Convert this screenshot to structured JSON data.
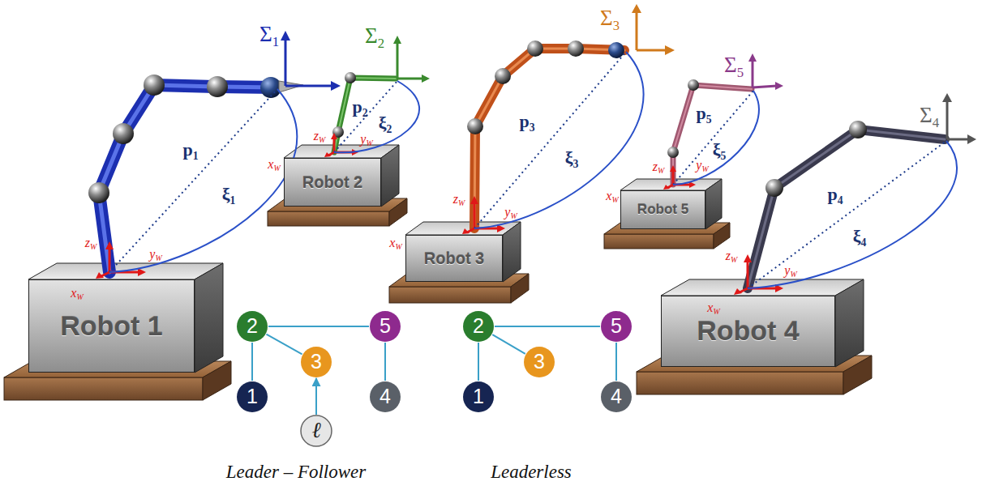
{
  "diagram": {
    "nodes": [
      {
        "text": [
          "Robot 1"
        ]
      },
      {
        "text": [
          "Robot 2"
        ]
      },
      {
        "text": [
          "Robot 3"
        ]
      },
      {
        "text": [
          "Robot 5"
        ]
      },
      {
        "text": [
          "Robot 4"
        ]
      },
      {
        "text": [
          "2"
        ]
      },
      {
        "text": [
          "3"
        ]
      },
      {
        "text": [
          "5"
        ]
      },
      {
        "text": [
          "1"
        ]
      },
      {
        "text": [
          "4"
        ]
      },
      {
        "text": [
          "ℓ"
        ]
      },
      {
        "text": [
          "2"
        ]
      },
      {
        "text": [
          "3"
        ]
      },
      {
        "text": [
          "5"
        ]
      },
      {
        "text": [
          "1"
        ]
      },
      {
        "text": [
          "4"
        ]
      }
    ],
    "edges": [
      {
        "from": 5,
        "to": 8,
        "arrow": "none"
      },
      {
        "from": 5,
        "to": 6,
        "arrow": "none"
      },
      {
        "from": 5,
        "to": 7,
        "arrow": "none"
      },
      {
        "from": 7,
        "to": 9,
        "arrow": "none"
      },
      {
        "from": 10,
        "to": 6,
        "arrow": "to"
      },
      {
        "from": 11,
        "to": 14,
        "arrow": "none"
      },
      {
        "from": 11,
        "to": 12,
        "arrow": "none"
      },
      {
        "from": 11,
        "to": 13,
        "arrow": "none"
      },
      {
        "from": 13,
        "to": 15,
        "arrow": "none"
      }
    ],
    "labels": [
      "Σ1",
      "p1",
      "ξ1",
      "zW",
      "xW",
      "yW",
      "Σ2",
      "p2",
      "ξ2",
      "zW",
      "xW",
      "yW",
      "Σ3",
      "p3",
      "ξ3",
      "zW",
      "xW",
      "yW",
      "Σ5",
      "p5",
      "ξ5",
      "zW",
      "xW",
      "yW",
      "Σ4",
      "p4",
      "ξ4",
      "zW",
      "xW",
      "yW",
      "Leader – Follower",
      "Leaderless"
    ]
  }
}
